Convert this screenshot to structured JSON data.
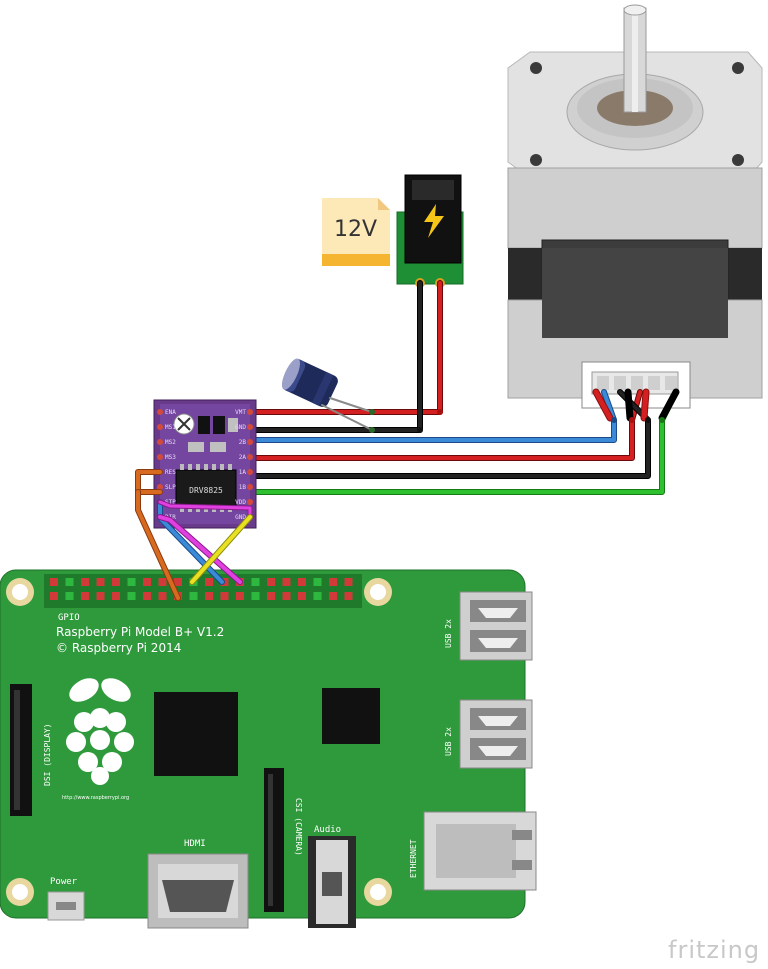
{
  "power_supply": {
    "voltage_label": "12V"
  },
  "driver": {
    "chip_label": "DRV8825",
    "left_pins": [
      "ENA",
      "MS1",
      "MS2",
      "MS3",
      "RES",
      "SLP",
      "STP",
      "DIR"
    ],
    "right_pins": [
      "VMT",
      "GND",
      "2B",
      "2A",
      "1A",
      "1B",
      "VDD",
      "GND"
    ]
  },
  "raspberry_pi": {
    "gpio_label": "GPIO",
    "model_label": "Raspberry Pi Model B+ V1.2",
    "copyright_label": "© Raspberry Pi 2014",
    "url_label": "http://www.raspberrypi.org",
    "dsi_label": "DSI (DISPLAY)",
    "csi_label": "CSI (CAMERA)",
    "hdmi_label": "HDMI",
    "audio_label": "Audio",
    "power_label": "Power",
    "usb_label_1": "USB 2x",
    "usb_label_2": "USB 2x",
    "ethernet_label": "ETHERNET"
  },
  "watermark": "fritzing",
  "colors": {
    "pcb_green": "#2f9a3c",
    "driver_purple": "#6a3a8a",
    "wire_red": "#d42020",
    "wire_black": "#1a1a1a",
    "wire_blue": "#3a8ad8",
    "wire_green": "#2ec02e",
    "wire_orange": "#d86a20",
    "wire_magenta": "#e040e0",
    "wire_yellow": "#e8e020"
  }
}
